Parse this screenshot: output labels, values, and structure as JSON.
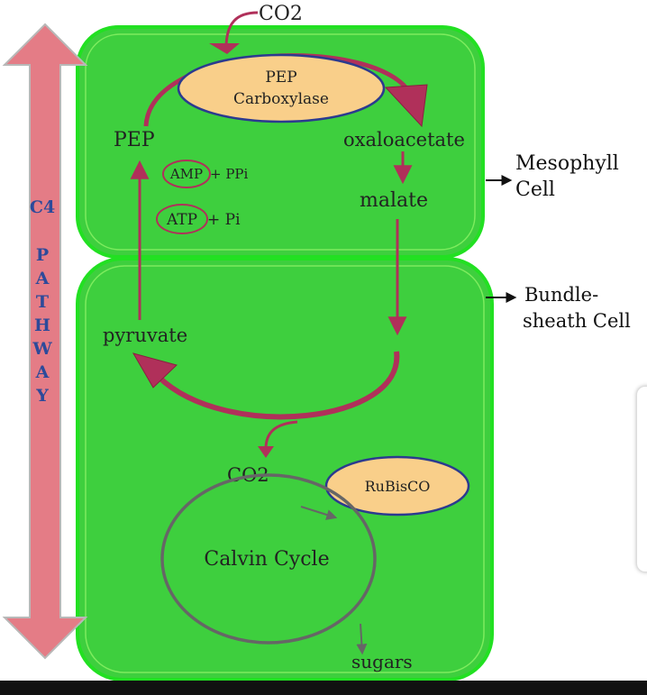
{
  "labels": {
    "co2_top": "CO2",
    "pep_carboxylase_line1": "PEP",
    "pep_carboxylase_line2": "Carboxylase",
    "pep": "PEP",
    "oxaloacetate": "oxaloacetate",
    "amp": "AMP",
    "ppi": "+ PPi",
    "atp": "ATP",
    "pi": "+ Pi",
    "malate": "malate",
    "pyruvate": "pyruvate",
    "co2_bottom": "CO2",
    "rubisco": "RuBisCO",
    "calvin_cycle": "Calvin Cycle",
    "sugars": "sugars",
    "mesophyll_line1": "Mesophyll",
    "mesophyll_line2": "Cell",
    "bundle_line1": "Bundle-",
    "bundle_line2": "sheath Cell"
  },
  "pathway": {
    "prefix": "C4",
    "letters": [
      "P",
      "A",
      "T",
      "H",
      "W",
      "A",
      "Y"
    ]
  },
  "colors": {
    "cell_fill": "#3ecf3e",
    "cell_border": "#22e022",
    "enzyme_fill": "#f9cf8a",
    "enzyme_border": "#2b3a8f",
    "arrow": "#b0305a",
    "pathway_arrow": "#e47c86",
    "calvin": "#666666"
  },
  "icons": {
    "pathway_arrow": "double-headed-arrow-icon",
    "pointer_arrow": "right-arrow-icon"
  }
}
